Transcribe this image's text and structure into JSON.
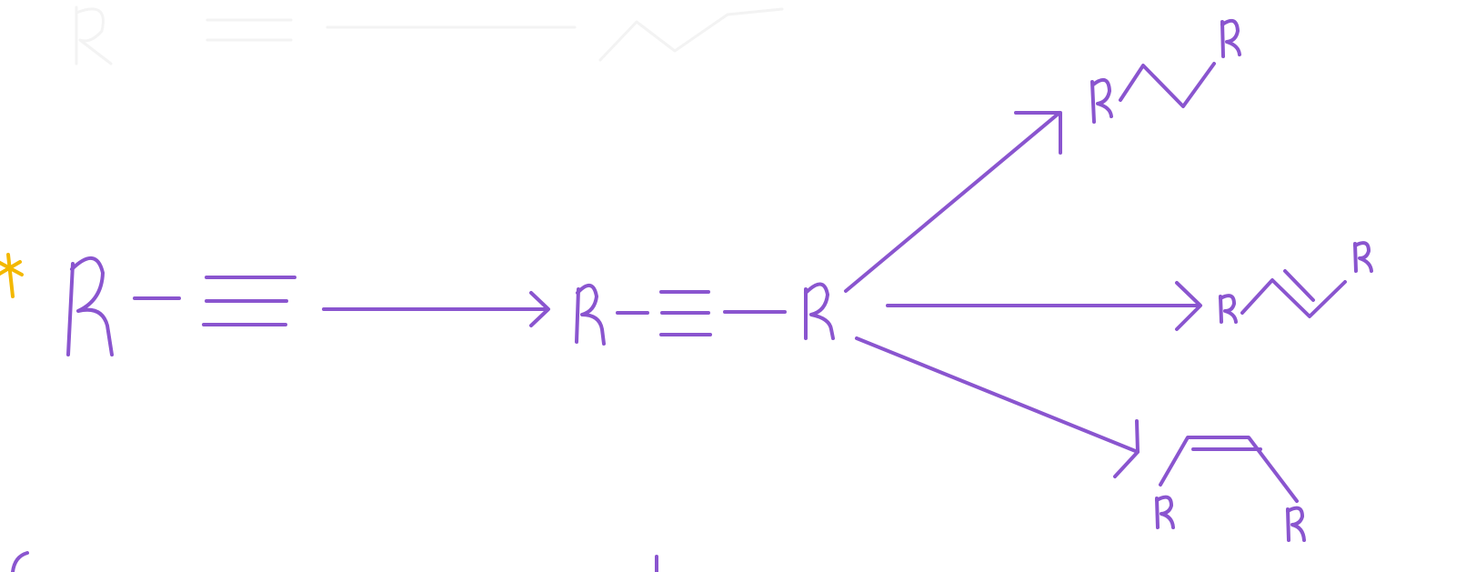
{
  "colors": {
    "ink": "#8a55cf",
    "star": "#f3b800",
    "faint_trace": "#f3f3f3",
    "background": "#ffffff"
  },
  "marker": {
    "icon": "asterisk-star",
    "glyph": "*"
  },
  "reactant": {
    "group": "R",
    "bond": "triple-bond"
  },
  "intermediate": {
    "left_group": "R",
    "right_group": "R",
    "bond": "triple-bond"
  },
  "products": [
    {
      "name": "alkane",
      "bond": "single",
      "left_group": "R",
      "right_group": "R"
    },
    {
      "name": "trans-alkene",
      "bond": "double",
      "left_group": "R",
      "right_group": "R"
    },
    {
      "name": "cis-alkene",
      "bond": "double",
      "left_group": "R",
      "right_group": "R"
    }
  ]
}
